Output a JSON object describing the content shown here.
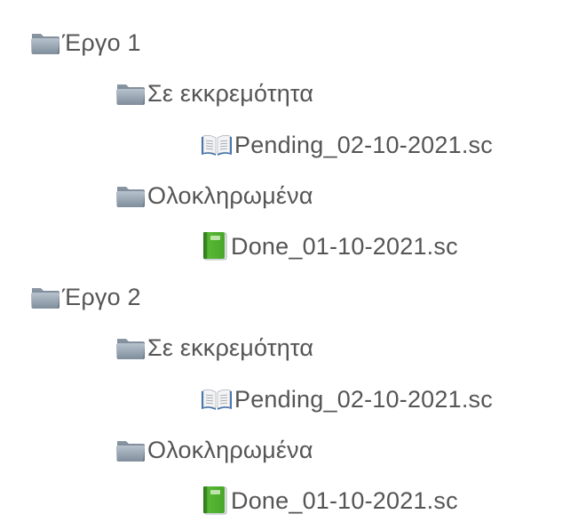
{
  "tree": {
    "project1": {
      "label": "Έργο 1",
      "icon": "folder-icon",
      "pending_folder": {
        "label": "Σε εκκρεμότητα",
        "icon": "folder-icon"
      },
      "pending_file": {
        "label": "Pending_02-10-2021.sc",
        "icon": "open-book-icon"
      },
      "done_folder": {
        "label": "Ολοκληρωμένα",
        "icon": "folder-icon"
      },
      "done_file": {
        "label": "Done_01-10-2021.sc",
        "icon": "green-book-icon"
      }
    },
    "project2": {
      "label": "Έργο 2",
      "icon": "folder-icon",
      "pending_folder": {
        "label": "Σε εκκρεμότητα",
        "icon": "folder-icon"
      },
      "pending_file": {
        "label": "Pending_02-10-2021.sc",
        "icon": "open-book-icon"
      },
      "done_folder": {
        "label": "Ολοκληρωμένα",
        "icon": "folder-icon"
      },
      "done_file": {
        "label": "Done_01-10-2021.sc",
        "icon": "green-book-icon"
      }
    }
  },
  "colors": {
    "text": "#555555",
    "folder": "#6d7b8a",
    "book_green": "#4caf2a"
  }
}
